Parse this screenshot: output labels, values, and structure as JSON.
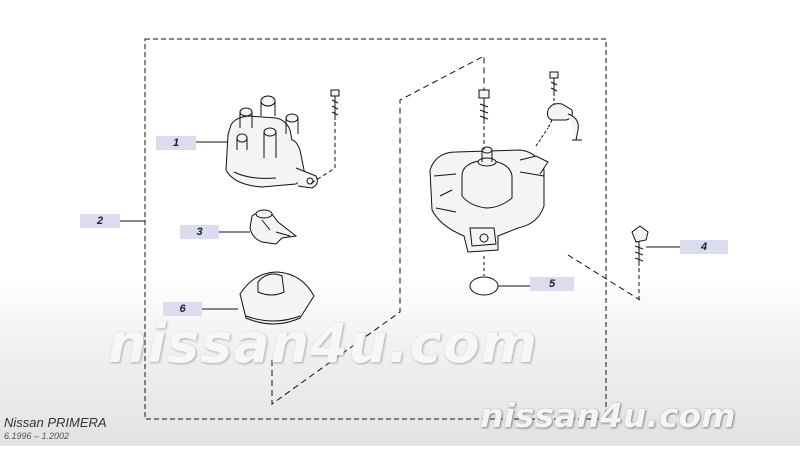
{
  "callouts": {
    "c1": "1",
    "c2": "2",
    "c3": "3",
    "c4": "4",
    "c5": "5",
    "c6": "6"
  },
  "watermark": {
    "center": "nissan4u.com",
    "corner": "nissan4u.com"
  },
  "vehicle": {
    "model": "Nissan PRIMERA",
    "dates": "6.1996 – 1.2002"
  },
  "colors": {
    "line": "#111111",
    "callout_bg": "#dcdcf0",
    "part_fill": "#f4f4f4"
  }
}
